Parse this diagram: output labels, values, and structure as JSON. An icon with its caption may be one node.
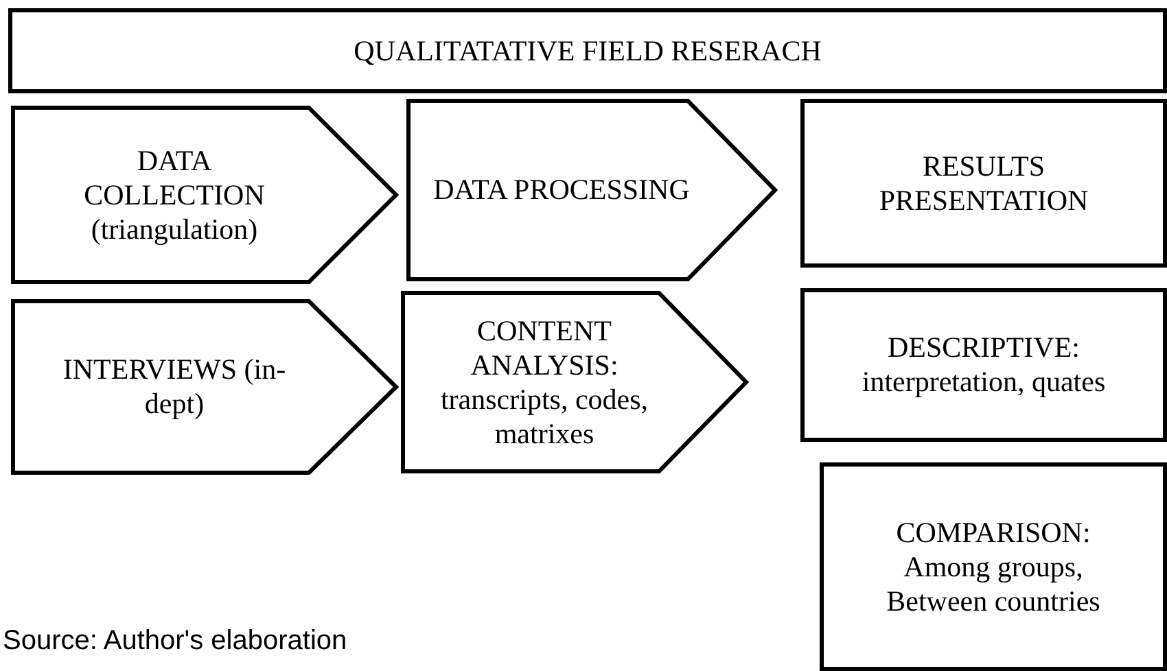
{
  "diagram": {
    "caption": "Source: Author's elaboration",
    "nodes": [
      {
        "text": [
          "QUALITATATIVE FIELD RESERACH"
        ]
      },
      {
        "text": [
          "DATA COLLECTION (triangulation)"
        ]
      },
      {
        "text": [
          "DATA PROCESSING"
        ]
      },
      {
        "text": [
          "RESULTS PRESENTATION"
        ]
      },
      {
        "text": [
          "INTERVIEWS (in-dept)"
        ]
      },
      {
        "text": [
          "CONTENT ANALYSIS: transcripts, codes, matrixes"
        ]
      },
      {
        "text": [
          "DESCRIPTIVE: interpretation, quates"
        ]
      },
      {
        "text": [
          "COMPARISON: Among groups, Between countries"
        ]
      }
    ],
    "edges": []
  }
}
